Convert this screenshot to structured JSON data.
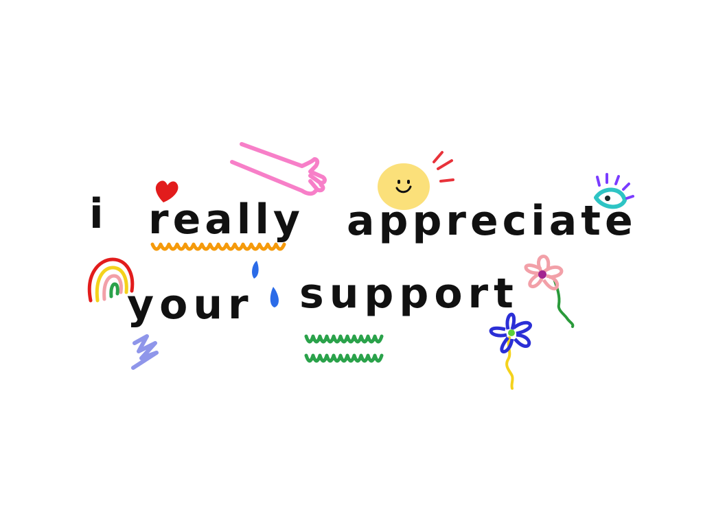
{
  "message": {
    "line1": {
      "word1": "i",
      "word2": "really",
      "word3": "appreciate"
    },
    "line2": {
      "word1": "your",
      "word2": "support"
    }
  },
  "doodles": {
    "icons": [
      "heart-icon",
      "pointing-hand-icon",
      "smiley-face-icon",
      "eye-icon",
      "rainbow-icon",
      "tear-drops-icon",
      "squiggle-icon",
      "flower-icon"
    ],
    "colors": {
      "text": "#111111",
      "heart": "#e21c1c",
      "hand": "#f77fc8",
      "sun": "#fbe07a",
      "sparkle": "#e8323a",
      "eye_ring": "#2ec4c4",
      "eye_lashes": "#7a3cff",
      "orange_squiggle": "#f59a0b",
      "green_squiggle": "#2aa24a",
      "lavender_zigzag": "#8f96ea",
      "drops": "#2b6be8",
      "pink_flower": "#f2a0a8",
      "blue_flower": "#2b2fd6",
      "flower_center_green": "#5ccf3a",
      "flower_center_purple": "#a2248f",
      "stem_green": "#2a9a3a",
      "stem_yellow": "#f4d21c"
    }
  }
}
